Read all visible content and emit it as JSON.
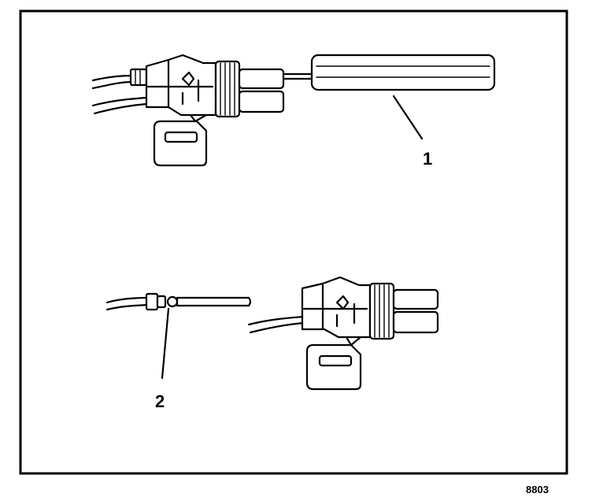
{
  "callouts": [
    {
      "id": "1",
      "label": "1"
    },
    {
      "id": "2",
      "label": "2"
    }
  ],
  "figure_id": "8803"
}
